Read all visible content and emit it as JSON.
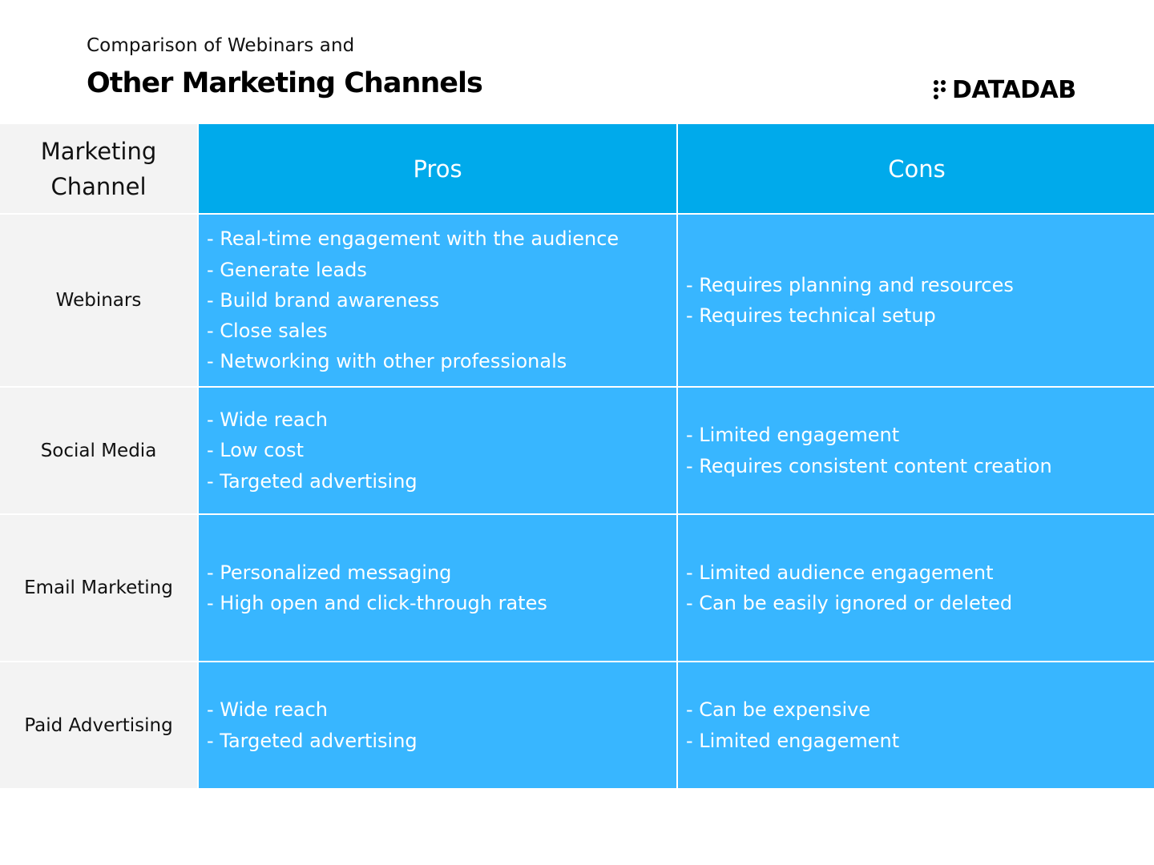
{
  "header": {
    "subtitle": "Comparison of Webinars and",
    "title": "Other Marketing Channels",
    "logo_text": "DATADAB"
  },
  "colors": {
    "header_fill": "#00aaeb",
    "cell_fill": "#38b6ff",
    "row_label_fill": "#f3f3f3",
    "text_light": "#ffffff",
    "text_dark": "#111111"
  },
  "chart_data": {
    "type": "table",
    "columns": [
      "Marketing Channel",
      "Pros",
      "Cons"
    ],
    "rows": [
      {
        "channel": "Webinars",
        "pros": [
          "- Real-time engagement with the audience",
          "- Generate leads",
          "- Build brand awareness",
          "- Close sales",
          "- Networking with other professionals"
        ],
        "cons": [
          "- Requires planning and resources",
          "- Requires technical setup"
        ]
      },
      {
        "channel": "Social Media",
        "pros": [
          "- Wide reach",
          "- Low cost",
          "- Targeted advertising"
        ],
        "cons": [
          "- Limited engagement",
          "- Requires consistent content creation"
        ]
      },
      {
        "channel": "Email Marketing",
        "pros": [
          "- Personalized messaging",
          "- High open and click-through rates"
        ],
        "cons": [
          "- Limited audience engagement",
          "- Can be easily ignored or deleted"
        ]
      },
      {
        "channel": "Paid Advertising",
        "pros": [
          "- Wide reach",
          "- Targeted advertising"
        ],
        "cons": [
          "- Can be expensive",
          "- Limited engagement"
        ]
      }
    ]
  }
}
